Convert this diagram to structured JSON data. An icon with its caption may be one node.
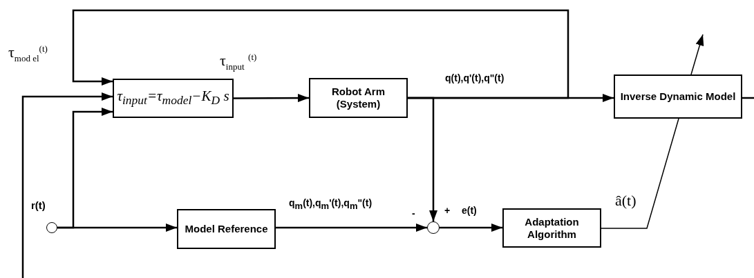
{
  "diagram": {
    "nodes": [
      {
        "text": [
          "τ$_{input}$=τ$_{model}$−K$_{D}$ s"
        ]
      },
      {
        "text": [
          "Robot Arm (System)"
        ]
      },
      {
        "text": [
          "Inverse Dynamic Model"
        ]
      },
      {
        "text": [],
        "shape": "circle",
        "beside": [
          "r(t)"
        ]
      },
      {
        "text": [
          "Model Reference"
        ]
      },
      {
        "text": [],
        "shape": "circle"
      },
      {
        "text": [
          "Adaptation Algorithm"
        ]
      }
    ],
    "edges": [
      {
        "from": 0,
        "to": 1,
        "arrow": "to",
        "label": "τ$_{input}$ $^{(t)}$"
      },
      {
        "from": 1,
        "to": 2,
        "arrow": "to",
        "label": "q(t),q'(t),q\"(t)"
      },
      {
        "from": 1,
        "to": 0,
        "arrow": "to"
      },
      {
        "from": 1,
        "to": 5,
        "arrow": "to"
      },
      {
        "from": 3,
        "to": 0,
        "arrow": "to"
      },
      {
        "from": 3,
        "to": 4,
        "arrow": "to"
      },
      {
        "from": 4,
        "to": 5,
        "arrow": "to",
        "label": "q$_{m}$(t),q$_{m}$'(t),q$_{m}$\"(t)"
      },
      {
        "from": 5,
        "to": 6,
        "arrow": "to",
        "label": "e(t)"
      },
      {
        "from": 6,
        "to": 2,
        "arrow": "none",
        "label": "â(t)"
      },
      {
        "from": 2,
        "to": null,
        "arrow": "to"
      },
      {
        "from": 2,
        "to": null,
        "arrow": "none"
      },
      {
        "from": null,
        "to": 0,
        "arrow": "to"
      }
    ],
    "labels": [
      "τ$_{mod el}$$^{(t)}$",
      "-",
      "+"
    ]
  }
}
